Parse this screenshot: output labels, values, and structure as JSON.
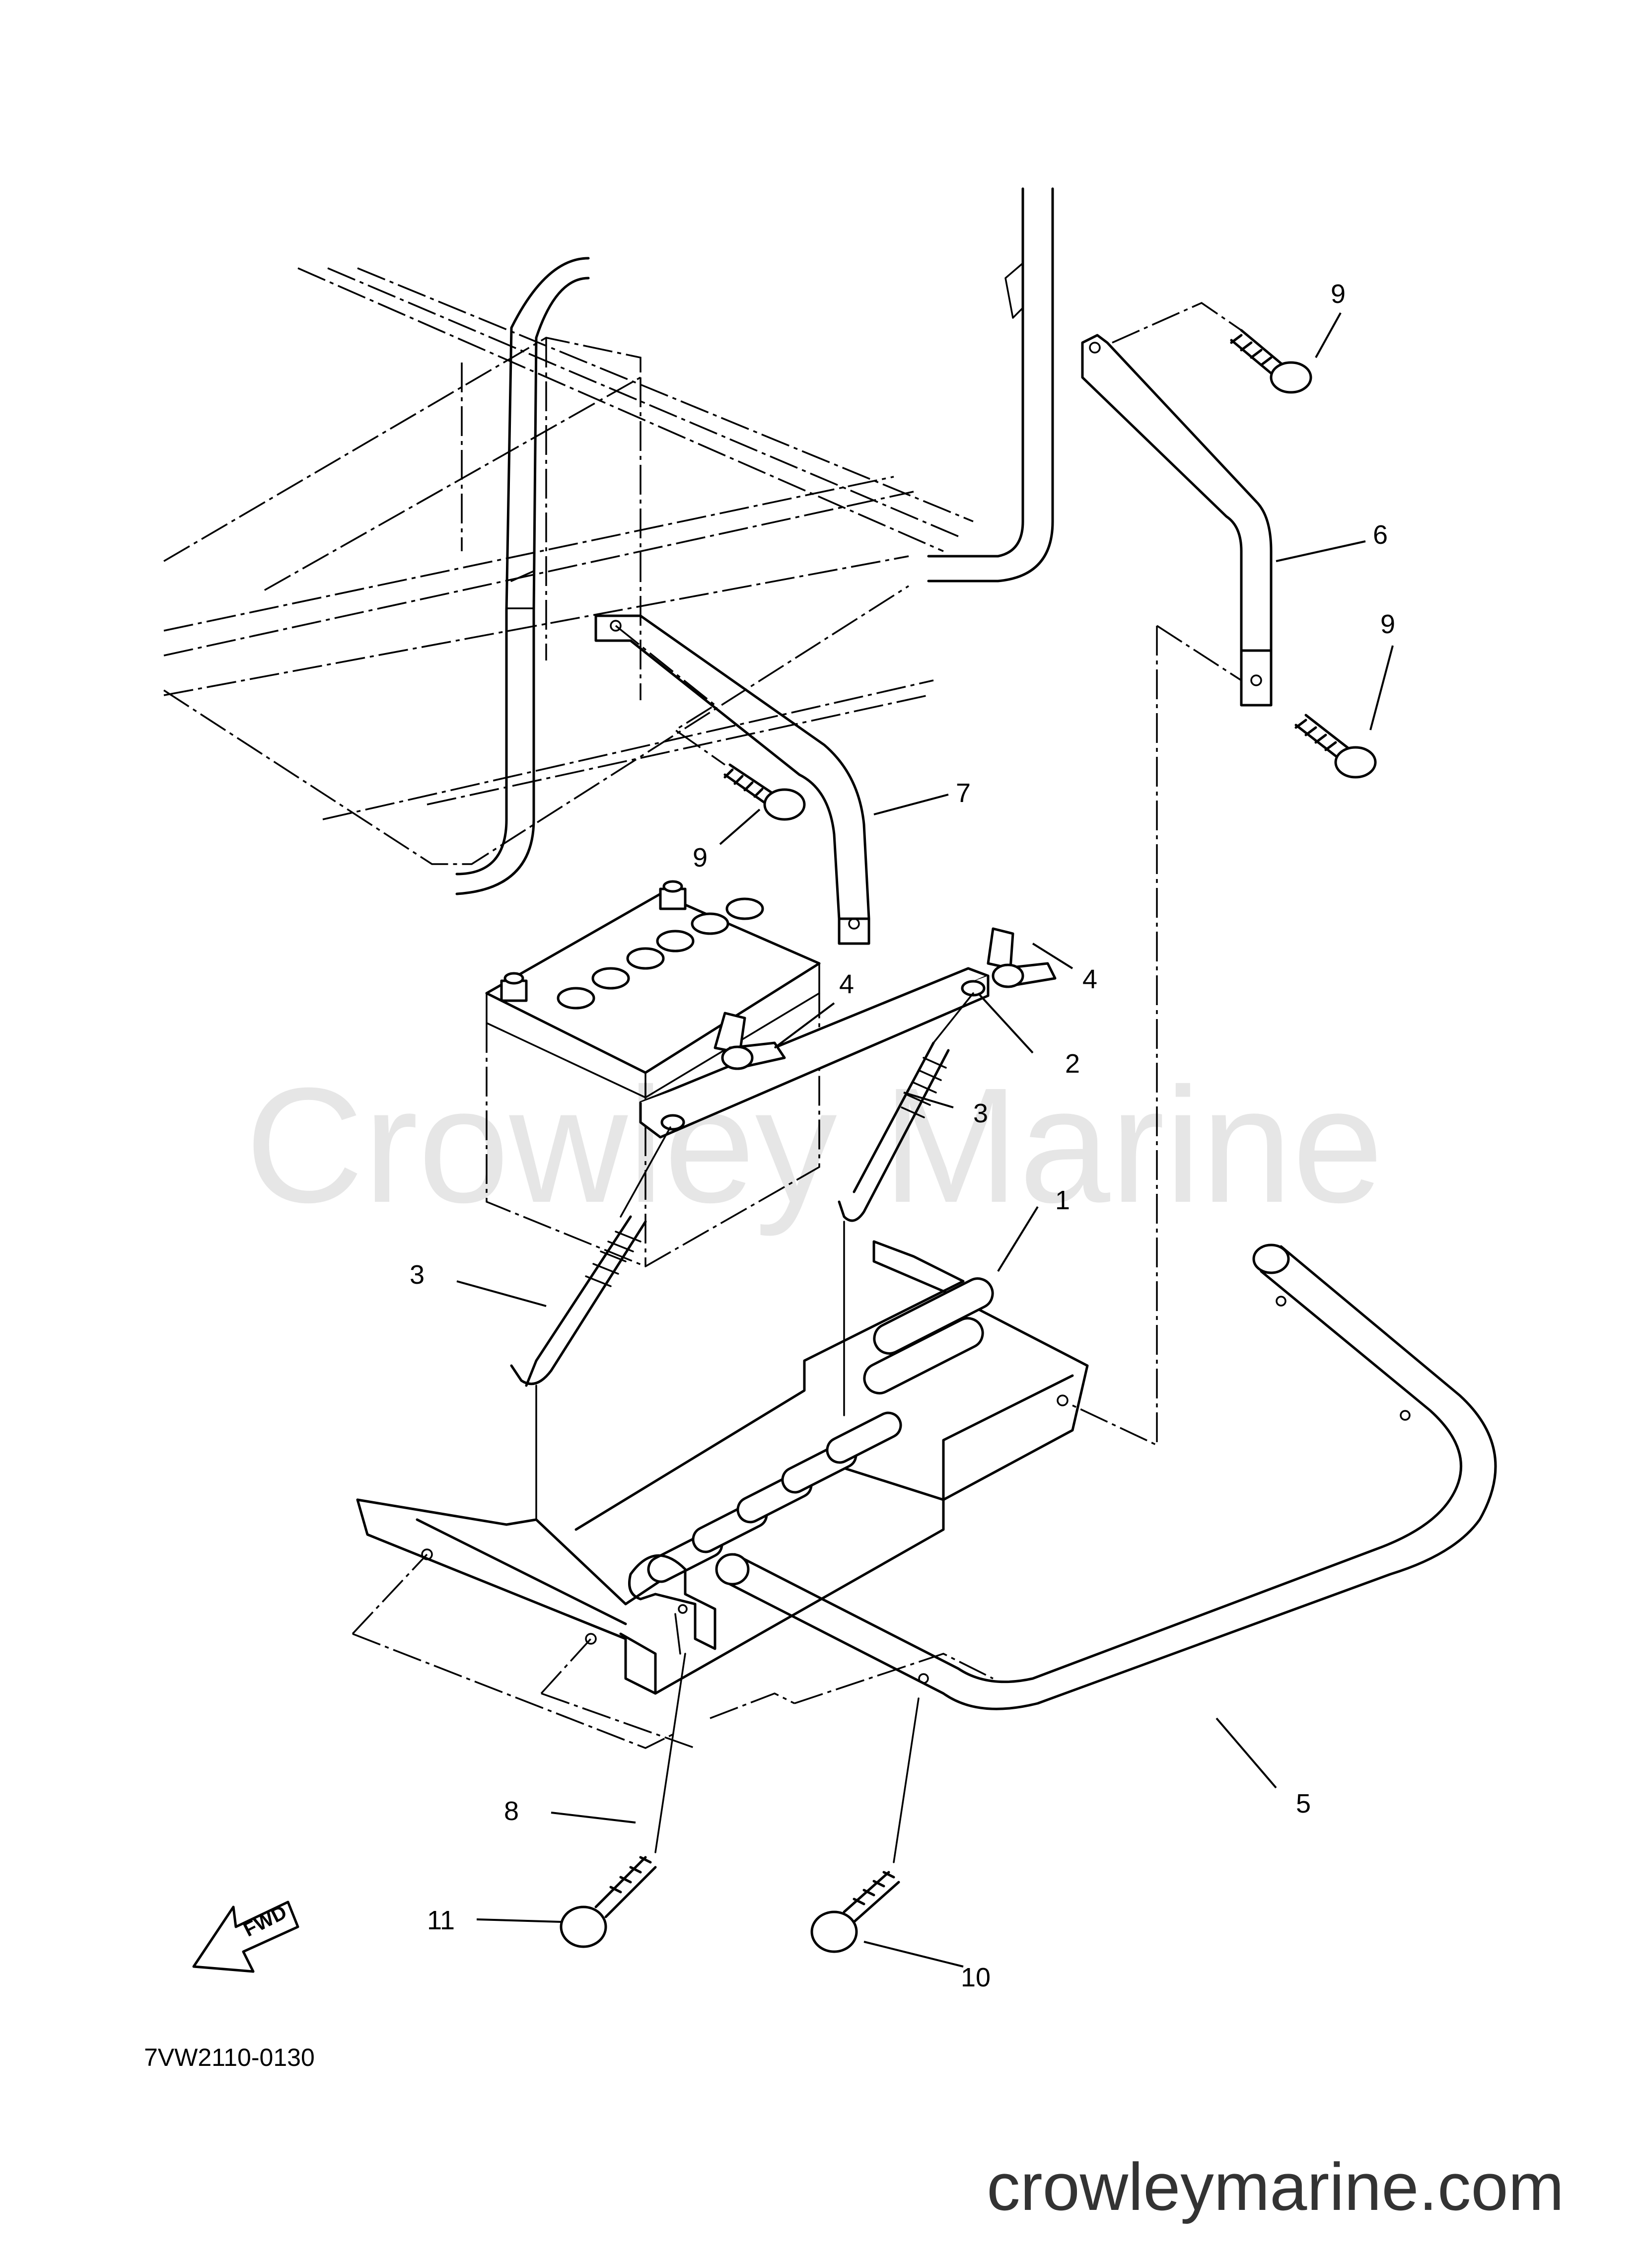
{
  "diagram": {
    "watermark": "Crowley Marine",
    "site_footer": "crowleymarine.com",
    "drawing_code": "7VW2110-0130",
    "direction_arrow_label": "FWD",
    "callouts": [
      {
        "id": "c1",
        "label": "1"
      },
      {
        "id": "c2",
        "label": "2"
      },
      {
        "id": "c3a",
        "label": "3"
      },
      {
        "id": "c3b",
        "label": "3"
      },
      {
        "id": "c4a",
        "label": "4"
      },
      {
        "id": "c4b",
        "label": "4"
      },
      {
        "id": "c5",
        "label": "5"
      },
      {
        "id": "c6",
        "label": "6"
      },
      {
        "id": "c7",
        "label": "7"
      },
      {
        "id": "c8",
        "label": "8"
      },
      {
        "id": "c9a",
        "label": "9"
      },
      {
        "id": "c9b",
        "label": "9"
      },
      {
        "id": "c9c",
        "label": "9"
      },
      {
        "id": "c10",
        "label": "10"
      },
      {
        "id": "c11",
        "label": "11"
      }
    ]
  }
}
